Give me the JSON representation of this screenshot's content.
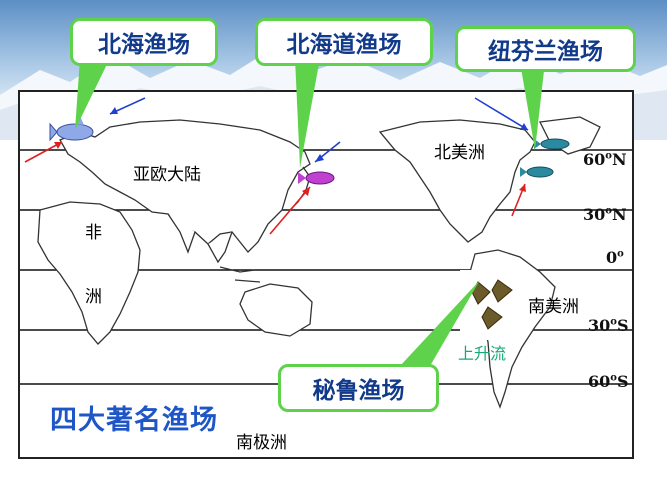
{
  "callouts": {
    "north_sea": "北海渔场",
    "hokkaido": "北海道渔场",
    "newfoundland": "纽芬兰渔场",
    "peru": "秘鲁渔场"
  },
  "continents": {
    "eurasia": "亚欧大陆",
    "africa_top": "非",
    "africa_bottom": "洲",
    "north_america": "北美洲",
    "south_america": "南美洲",
    "antarctica": "南极洲"
  },
  "latitudes": {
    "n60_num": "60",
    "n60_deg": "o",
    "n60_dir": "N",
    "n30_num": "30",
    "n30_deg": "o",
    "n30_dir": "N",
    "eq_num": "0",
    "eq_deg": "o",
    "s30_num": "30",
    "s30_deg": "o",
    "s30_dir": "S",
    "s60_num": "60",
    "s60_deg": "o",
    "s60_dir": "S"
  },
  "upwelling_label": "上升流",
  "title": "四大著名渔场",
  "colors": {
    "callout_border": "#5fd24c",
    "callout_text": "#123a8a",
    "title": "#1f56c7",
    "warm_current": "#e02020",
    "cold_current": "#2040d0",
    "upwelling_text": "#18a878"
  }
}
